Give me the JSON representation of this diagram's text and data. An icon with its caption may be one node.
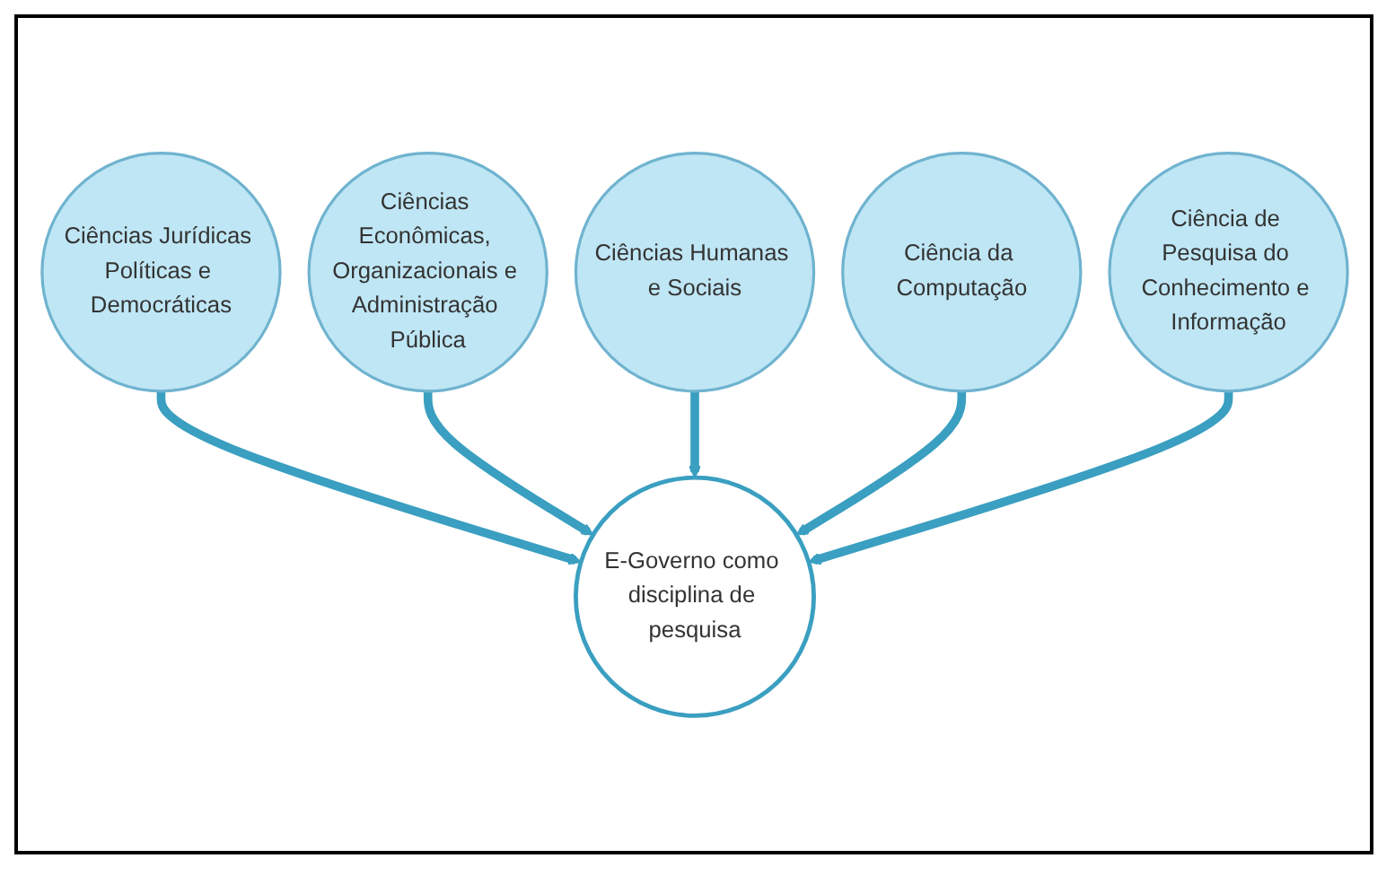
{
  "diagram": {
    "nodes": [
      {
        "text": [
          "Ciências Jurídicas Políticas e Democráticas"
        ]
      },
      {
        "text": [
          "Ciências Econômicas, Organizacionais e Administração Pública"
        ]
      },
      {
        "text": [
          "E-Governo como disciplina de pesquisa"
        ]
      },
      {
        "text": [
          "Ciências Humanas e Sociais"
        ]
      },
      {
        "text": [
          "Ciência da Computação"
        ]
      },
      {
        "text": [
          "Ciência de Pesquisa do Conhecimento e Informação"
        ]
      }
    ],
    "edges": [
      {
        "from": 0,
        "to": 2,
        "arrow": "to"
      },
      {
        "from": 1,
        "to": 2,
        "arrow": "to"
      },
      {
        "from": 3,
        "to": 2,
        "arrow": "to"
      },
      {
        "from": 4,
        "to": 2,
        "arrow": "to"
      },
      {
        "from": 5,
        "to": 2,
        "arrow": "to"
      }
    ]
  }
}
